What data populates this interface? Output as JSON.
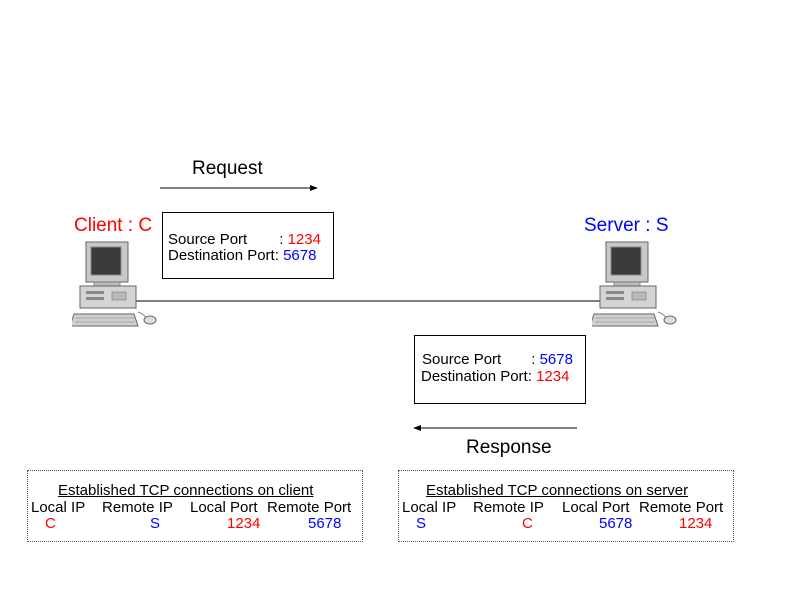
{
  "request": {
    "label": "Request"
  },
  "response": {
    "label": "Response"
  },
  "client": {
    "label_prefix": "Client : ",
    "label_letter": "C",
    "color": "#ff0000",
    "icon": "computer-icon"
  },
  "server": {
    "label_prefix": "Server : ",
    "label_letter": "S",
    "color": "#0000ff",
    "icon": "computer-icon"
  },
  "request_packet": {
    "source_label": "Source Port",
    "source_sep": ": ",
    "source_value": "1234",
    "dest_label": "Destination Port: ",
    "dest_value": "5678"
  },
  "response_packet": {
    "source_label": "Source Port",
    "source_sep": ": ",
    "source_value": "5678",
    "dest_label": "Destination Port: ",
    "dest_value": "1234"
  },
  "client_table": {
    "title": "Established TCP connections on client",
    "headers": [
      "Local IP",
      "Remote IP",
      "Local Port",
      "Remote Port"
    ],
    "row": [
      "C",
      "S",
      "1234",
      "5678"
    ]
  },
  "server_table": {
    "title": "Established TCP connections on server",
    "headers": [
      "Local IP",
      "Remote IP",
      "Local Port",
      "Remote Port"
    ],
    "row": [
      "S",
      "C",
      "5678",
      "1234"
    ]
  },
  "colors": {
    "client": "#ff0000",
    "server": "#0000ff",
    "line": "#000000"
  }
}
